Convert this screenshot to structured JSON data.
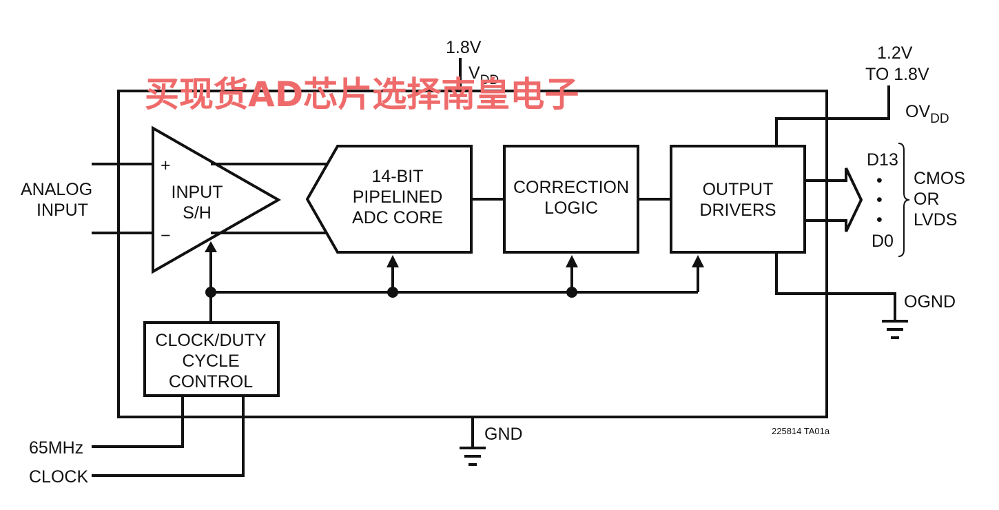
{
  "diagram": {
    "supplies": {
      "vdd_voltage": "1.8V",
      "vdd_label": "V",
      "vdd_sub": "DD",
      "ovdd_voltage_line1": "1.2V",
      "ovdd_voltage_line2": "TO 1.8V",
      "ovdd_label": "OV",
      "ovdd_sub": "DD",
      "gnd_label": "GND",
      "ognd_label": "OGND"
    },
    "inputs": {
      "analog_line1": "ANALOG",
      "analog_line2": "INPUT",
      "plus": "+",
      "minus": "−",
      "clock_line1": "65MHz",
      "clock_line2": "CLOCK"
    },
    "blocks": {
      "sh_line1": "INPUT",
      "sh_line2": "S/H",
      "adc_line1": "14-BIT",
      "adc_line2": "PIPELINED",
      "adc_line3": "ADC CORE",
      "corr_line1": "CORRECTION",
      "corr_line2": "LOGIC",
      "out_line1": "OUTPUT",
      "out_line2": "DRIVERS",
      "clk_line1": "CLOCK/DUTY",
      "clk_line2": "CYCLE",
      "clk_line3": "CONTROL"
    },
    "outputs": {
      "msb": "D13",
      "dot": "•",
      "lsb": "D0",
      "format_line1": "CMOS",
      "format_line2": "OR",
      "format_line3": "LVDS"
    },
    "figure_id": "225814 TA01a",
    "watermark": "买现货AD芯片选择南皇电子",
    "colors": {
      "line": "#111111",
      "watermark": "#ef6b6b"
    }
  }
}
